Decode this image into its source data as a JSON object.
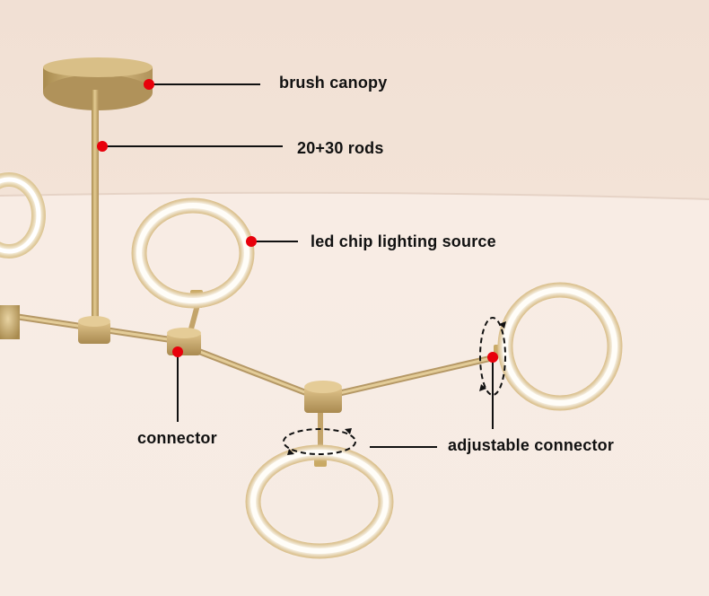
{
  "callouts": {
    "canopy": "brush canopy",
    "rods": "20+30 rods",
    "led": "led chip lighting source",
    "connector": "connector",
    "adjustable": "adjustable connector"
  },
  "colors": {
    "marker": "#e8000b",
    "leader_line": "#111111",
    "brass": "#c9a964",
    "ring_glow": "#fffdf6"
  }
}
